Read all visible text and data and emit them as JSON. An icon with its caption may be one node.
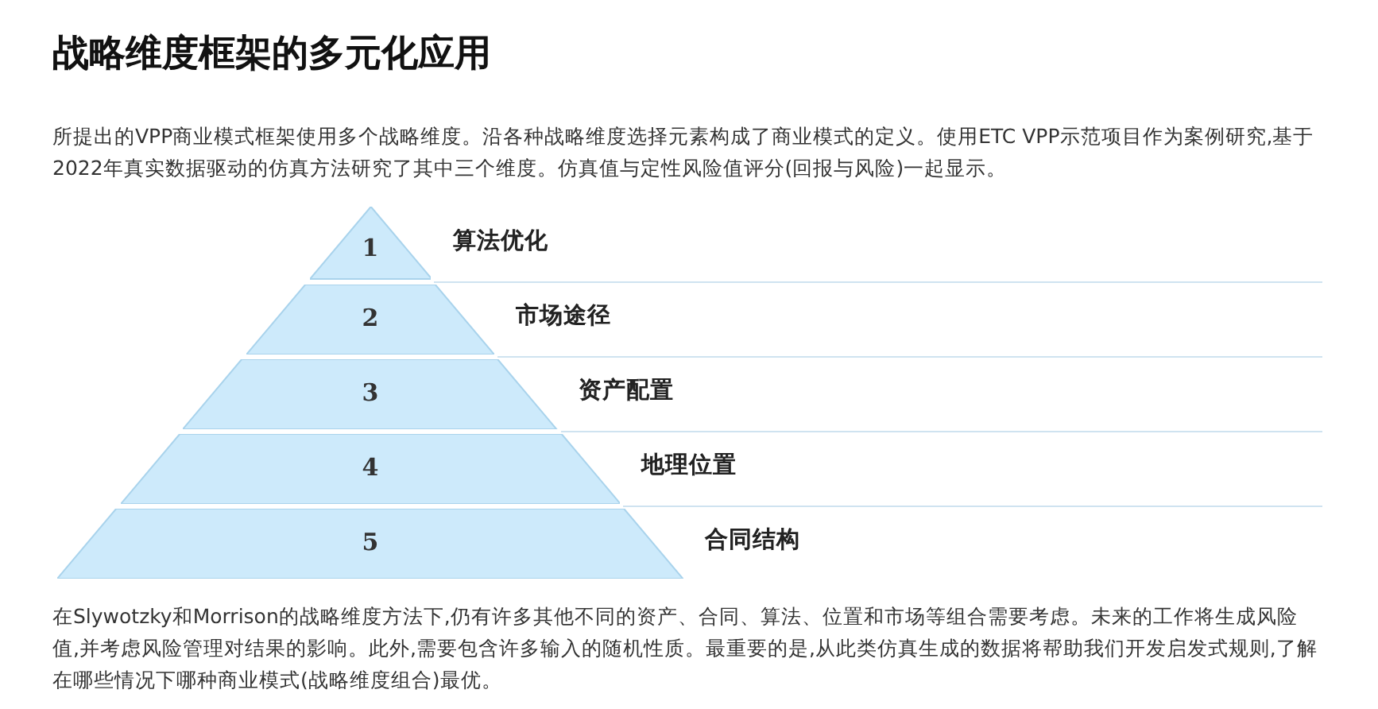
{
  "diagram": {
    "title": "战略维度框架的多元化应用",
    "nodes": [
      {
        "text": [
          "1"
        ],
        "beside": [
          "算法优化"
        ]
      },
      {
        "text": [
          "2"
        ],
        "beside": [
          "市场途径"
        ]
      },
      {
        "text": [
          "3"
        ],
        "beside": [
          "资产配置"
        ]
      },
      {
        "text": [
          "4"
        ],
        "beside": [
          "地理位置"
        ]
      },
      {
        "text": [
          "5"
        ],
        "beside": [
          "合同结构"
        ]
      }
    ],
    "edges": [],
    "labels": [
      "所提出的VPP商业模式框架使用多个战略维度。沿各种战略维度选择元素构成了商业模式的定义。使用ETC VPP示范项目作为案例研究,基于2022年真实数据驱动的仿真方法研究了其中三个维度。仿真值与定性风险值评分(回报与风险)一起显示。",
      "在Slywotzky和Morrison的战略维度方法下,仍有许多其他不同的资产、合同、算法、位置和市场等组合需要考虑。未来的工作将生成风险值,并考虑风险管理对结果的影响。此外,需要包含许多输入的随机性质。最重要的是,从此类仿真生成的数据将帮助我们开发启发式规则,了解在哪些情况下哪种商业模式(战略维度组合)最优。"
    ]
  }
}
